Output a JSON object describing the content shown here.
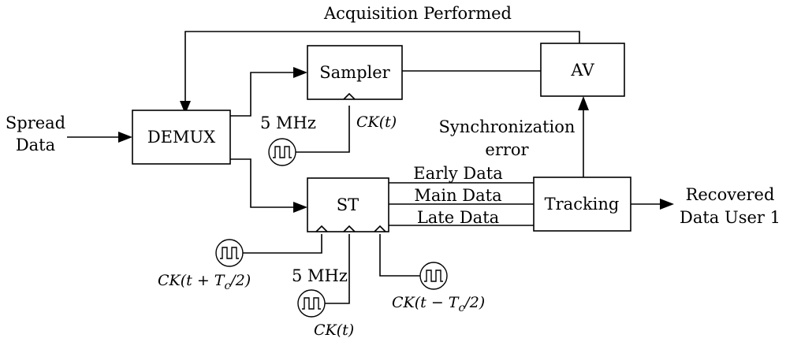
{
  "labels": {
    "title_feedback": "Acquisition Performed",
    "input_line1": "Spread",
    "input_line2": "Data",
    "demux": "DEMUX",
    "sampler": "Sampler",
    "av": "AV",
    "st": "ST",
    "tracking": "Tracking",
    "sync_line1": "Synchronization",
    "sync_line2": "error",
    "early": "Early Data",
    "main": "Main Data",
    "late": "Late Data",
    "output_line1": "Recovered",
    "output_line2": "Data User 1",
    "freq_top": "5 MHz",
    "freq_bottom": "5 MHz",
    "ck_sampler": "CK(t)",
    "ck_early": "CK(t + Tᴄ/2)",
    "ck_main": "CK(t)",
    "ck_late": "CK(t − Tᴄ/2)"
  },
  "math": {
    "ck_early_main": "CK(t + T",
    "ck_early_sub": "c",
    "ck_early_tail": "/2)",
    "ck_late_main": "CK(t − T",
    "ck_late_sub": "c",
    "ck_late_tail": "/2)"
  },
  "icons": [
    "clock-source-icon",
    "arrowhead-icon"
  ]
}
